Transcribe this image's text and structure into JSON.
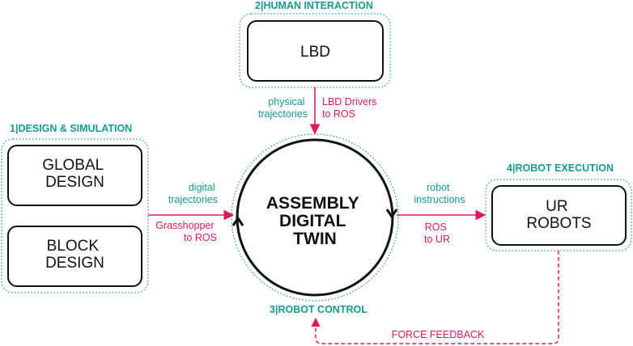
{
  "groups": {
    "design": {
      "title": "1|DESIGN & SIMULATION"
    },
    "human": {
      "title": "2|HUMAN INTERACTION"
    },
    "control": {
      "title": "3|ROBOT CONTROL"
    },
    "execution": {
      "title": "4|ROBOT EXECUTION"
    }
  },
  "nodes": {
    "lbd": "LBD",
    "global_design": [
      "GLOBAL",
      "DESIGN"
    ],
    "block_design": [
      "BLOCK",
      "DESIGN"
    ],
    "digital_twin": [
      "ASSEMBLY",
      "DIGITAL",
      "TWIN"
    ],
    "ur_robots": [
      "UR",
      "ROBOTS"
    ]
  },
  "edges": {
    "human_to_twin": {
      "data": [
        "physical",
        "trajectories"
      ],
      "driver": [
        "LBD Drivers",
        "to ROS"
      ]
    },
    "design_to_twin": {
      "data": [
        "digital",
        "trajectories"
      ],
      "driver": [
        "Grasshopper",
        "to ROS"
      ]
    },
    "twin_to_robot": {
      "data": [
        "robot",
        "instructions"
      ],
      "driver": [
        "ROS",
        "to UR"
      ]
    },
    "feedback": {
      "label": "FORCE FEEDBACK"
    }
  },
  "colors": {
    "teal": "#139a94",
    "pink": "#e0185a",
    "black": "#111111"
  }
}
